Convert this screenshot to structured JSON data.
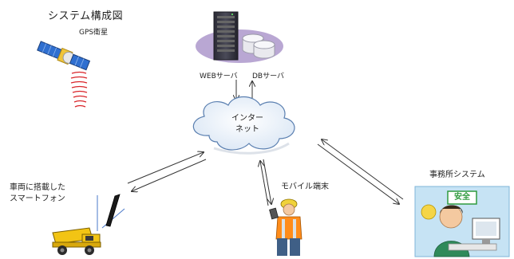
{
  "diagram": {
    "title": "システム構成図",
    "nodes": {
      "gps": {
        "label": "GPS衛星",
        "icon": "satellite-icon"
      },
      "web_server": {
        "label": "WEBサーバ",
        "icon": "server-icon"
      },
      "db_server": {
        "label": "DBサーバ",
        "icon": "database-icon"
      },
      "internet": {
        "label_line1": "インター",
        "label_line2": "ネット",
        "icon": "cloud-icon"
      },
      "vehicle_phone": {
        "label_line1": "車両に搭載した",
        "label_line2": "スマートフォン",
        "icon": "dump-truck-icon"
      },
      "mobile": {
        "label": "モバイル端末",
        "icon": "worker-icon"
      },
      "office": {
        "label": "事務所システム",
        "sign": "安全",
        "icon": "office-worker-icon"
      }
    },
    "colors": {
      "server_platform": "#b9a7d3",
      "cloud_fill": "#eef4fb",
      "cloud_stroke": "#5a7fb0",
      "signal": "#d9252a",
      "office_bg": "#c6e3f4",
      "sign_green": "#2f9a3e",
      "truck_yellow": "#f2c414"
    }
  }
}
